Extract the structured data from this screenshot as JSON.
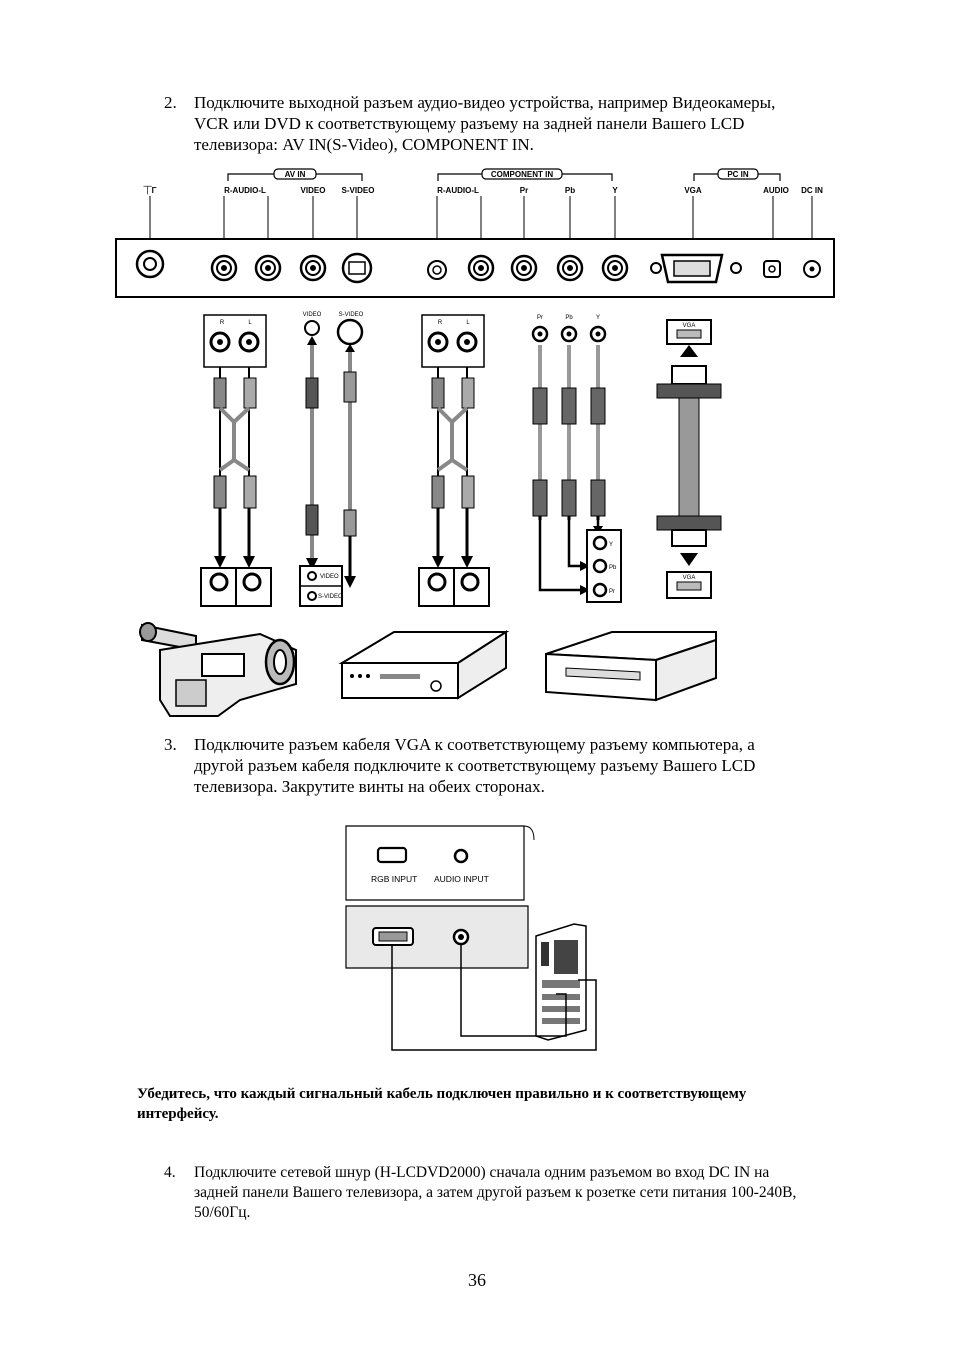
{
  "step2": {
    "number": "2.",
    "lines": [
      "Подключите выходной разъем аудио-видео устройства, например Видеокамеры,",
      "VCR или DVD к соответствующему разъему на задней панели Вашего LCD",
      "телевизора: AV IN(S-Video), COMPONENT IN."
    ]
  },
  "panel": {
    "group_labels": [
      "AV IN",
      "COMPONENT IN",
      "PC IN"
    ],
    "port_labels": [
      "⏉Γ",
      "R-AUDIO-L",
      "VIDEO",
      "S-VIDEO",
      "R-AUDIO-L",
      "Pr",
      "Pb",
      "Y",
      "VGA",
      "AUDIO",
      "DC IN"
    ]
  },
  "cables": {
    "rl_labels": [
      "R",
      "L"
    ],
    "video_label": "VIDEO",
    "svideo_label": "S-VIDEO",
    "component_labels": [
      "Pr",
      "Pb",
      "Y"
    ],
    "vga_label": "VGA",
    "device_video_labels": [
      "VIDEO",
      "S-VIDEO"
    ],
    "device_component_labels": [
      "Y",
      "Pb",
      "Pr"
    ]
  },
  "step3": {
    "number": "3.",
    "lines": [
      "Подключите разъем кабеля VGA к соответствующему разъему компьютера, а",
      "другой разъем кабеля подключите к соответствующему разъему Вашего LCD",
      "телевизора. Закрутите винты на обеих сторонах."
    ]
  },
  "pc_diagram": {
    "rgb_label": "RGB INPUT",
    "audio_label": "AUDIO INPUT"
  },
  "note": {
    "lines": [
      "Убедитесь, что каждый сигнальный кабель подключен правильно и к соответствующему",
      "интерфейсу."
    ]
  },
  "step4": {
    "number": "4.",
    "lines": [
      "Подключите сетевой шнур (H-LCDVD2000) сначала одним разъемом во вход DC IN на",
      "задней панели Вашего телевизора, а затем другой разъем к розетке сети питания 100-240В,",
      "50/60Гц."
    ]
  },
  "page_number": "36"
}
